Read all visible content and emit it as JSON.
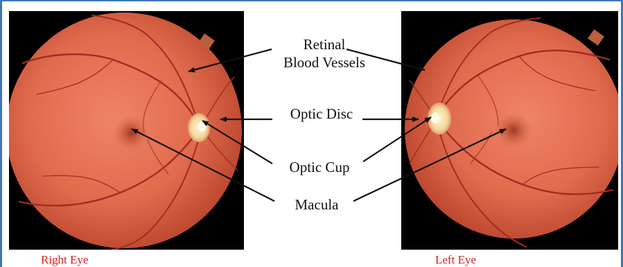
{
  "captions": {
    "right_eye": "Right Eye",
    "left_eye": "Left Eye"
  },
  "labels": {
    "retinal_line1": "Retinal",
    "retinal_line2": "Blood Vessels",
    "optic_disc": "Optic Disc",
    "optic_cup": "Optic Cup",
    "macula": "Macula"
  },
  "colors": {
    "frame_border": "#3b77b9",
    "caption_text": "#d41f1f",
    "retina_center": "#e9795a",
    "retina_edge": "#b8442c",
    "vessel": "#9c2e22",
    "optic_disc": "#f6e7b0",
    "macula": "#8e2a1a"
  }
}
